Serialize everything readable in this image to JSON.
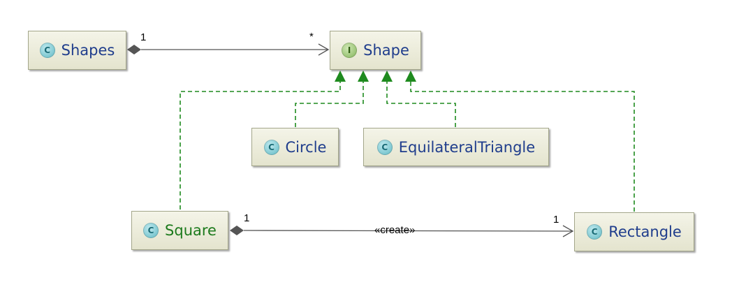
{
  "nodes": {
    "shapes": {
      "label": "Shapes",
      "icon": "class-icon",
      "glyph": "C"
    },
    "shape": {
      "label": "Shape",
      "icon": "interface-icon",
      "glyph": "I"
    },
    "circle": {
      "label": "Circle",
      "icon": "class-icon",
      "glyph": "C"
    },
    "equilateral_triangle": {
      "label": "EquilateralTriangle",
      "icon": "class-icon",
      "glyph": "C"
    },
    "square": {
      "label": "Square",
      "icon": "class-icon",
      "glyph": "C"
    },
    "rectangle": {
      "label": "Rectangle",
      "icon": "class-icon",
      "glyph": "C"
    }
  },
  "edges": {
    "shapes_shape": {
      "source_mult": "1",
      "target_mult": "*"
    },
    "square_rectangle": {
      "source_mult": "1",
      "target_mult": "1",
      "stereotype": "«create»"
    }
  },
  "colors": {
    "realization": "#1e8a1e",
    "association": "#555555",
    "class_text": "#1f3d8c",
    "square_text": "#1c7a1c"
  }
}
